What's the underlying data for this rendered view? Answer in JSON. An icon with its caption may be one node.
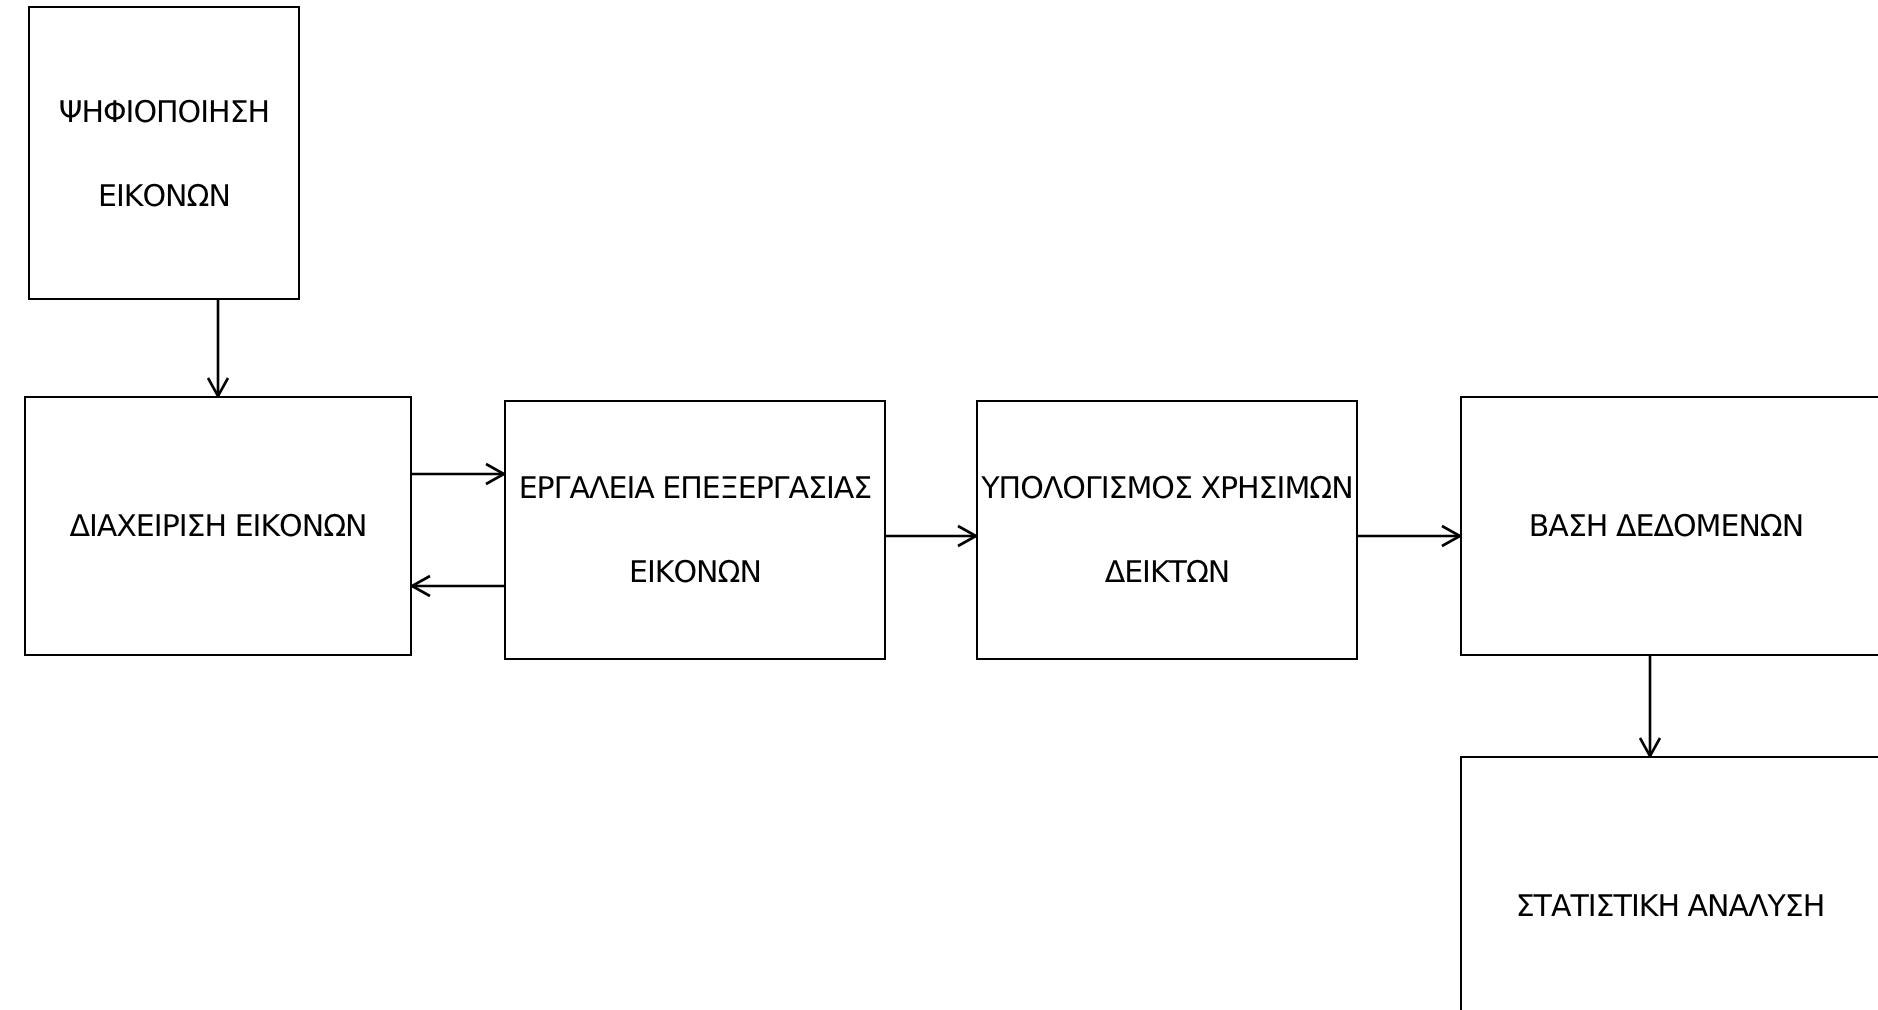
{
  "diagram": {
    "nodes": [
      {
        "text": [
          "ΨΗΦΙΟΠΟΙΗΣΗ ΕΙΚΟΝΩΝ"
        ]
      },
      {
        "text": [
          "ΔΙΑΧΕΙΡΙΣΗ ΕΙΚΟΝΩΝ"
        ]
      },
      {
        "text": [
          "ΕΡΓΑΛΕΙΑ ΕΠΕΞΕΡΓΑΣΙΑΣ ΕΙΚΟΝΩΝ"
        ]
      },
      {
        "text": [
          "ΥΠΟΛΟΓΙΣΜΟΣ ΧΡΗΣΙΜΩΝ ΔΕΙΚΤΩΝ"
        ]
      },
      {
        "text": [
          "ΒΑΣΗ ΔΕΔΟΜΕΝΩΝ"
        ]
      },
      {
        "text": [
          "ΣΤΑΤΙΣΤΙΚΗ ΑΝΑΛΥΣΗ"
        ]
      }
    ],
    "edges": [
      {
        "from": 0,
        "to": 1,
        "arrow": "to"
      },
      {
        "from": 1,
        "to": 2,
        "arrow": "to"
      },
      {
        "from": 2,
        "to": 1,
        "arrow": "to"
      },
      {
        "from": 2,
        "to": 3,
        "arrow": "to"
      },
      {
        "from": 3,
        "to": 4,
        "arrow": "to"
      },
      {
        "from": 4,
        "to": 5,
        "arrow": "to"
      }
    ]
  }
}
